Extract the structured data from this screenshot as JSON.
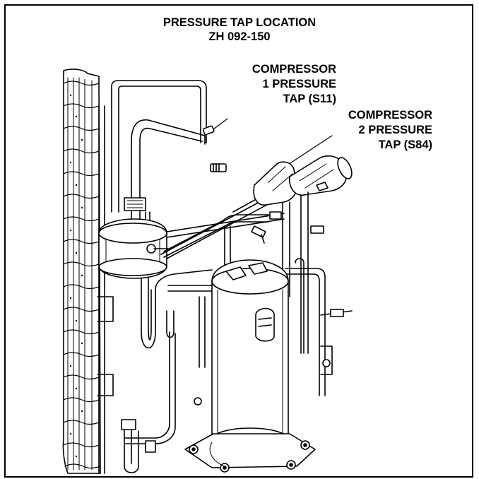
{
  "title": {
    "line1": "PRESSURE TAP LOCATION",
    "line2": "ZH 092-150"
  },
  "callouts": {
    "compressor1": {
      "line1": "COMPRESSOR",
      "line2": "1 PRESSURE",
      "line3": "TAP (S11)"
    },
    "compressor2": {
      "line1": "COMPRESSOR",
      "line2": "2 PRESSURE",
      "line3": "TAP (S84)"
    }
  }
}
